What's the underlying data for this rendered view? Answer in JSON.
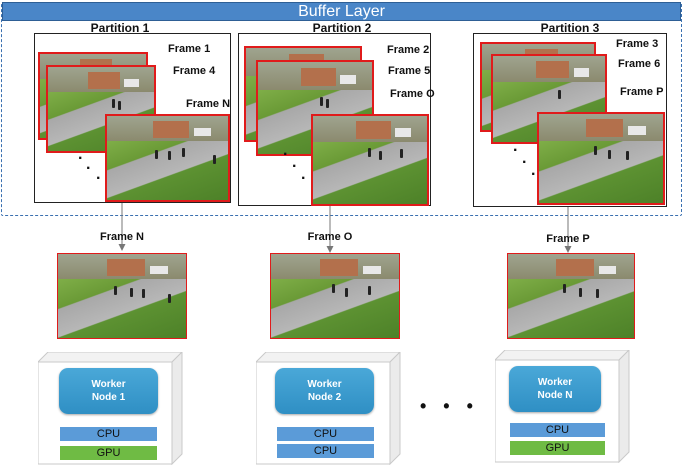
{
  "buffer": {
    "title": "Buffer Layer"
  },
  "partitions": [
    {
      "title": "Partition 1",
      "frames": [
        "Frame 1",
        "Frame 4",
        "Frame N"
      ]
    },
    {
      "title": "Partition 2",
      "frames": [
        "Frame 2",
        "Frame 5",
        "Frame O"
      ]
    },
    {
      "title": "Partition 3",
      "frames": [
        "Frame 3",
        "Frame 6",
        "Frame P"
      ]
    }
  ],
  "outputs": [
    {
      "label": "Frame N"
    },
    {
      "label": "Frame O"
    },
    {
      "label": "Frame P"
    }
  ],
  "nodes": [
    {
      "name": "Worker Node 1",
      "bars": [
        "CPU",
        "GPU"
      ]
    },
    {
      "name": "Worker Node 2",
      "bars": [
        "CPU",
        "CPU"
      ]
    },
    {
      "name": "Worker Node N",
      "bars": [
        "CPU",
        "GPU"
      ]
    }
  ],
  "ellipsis": "• • •",
  "colors": {
    "buffer": "#4a86c8",
    "frame_border": "#e01b1b",
    "node": "#3b9bd0",
    "cpu": "#5b9bd8",
    "gpu": "#6fbb44"
  }
}
